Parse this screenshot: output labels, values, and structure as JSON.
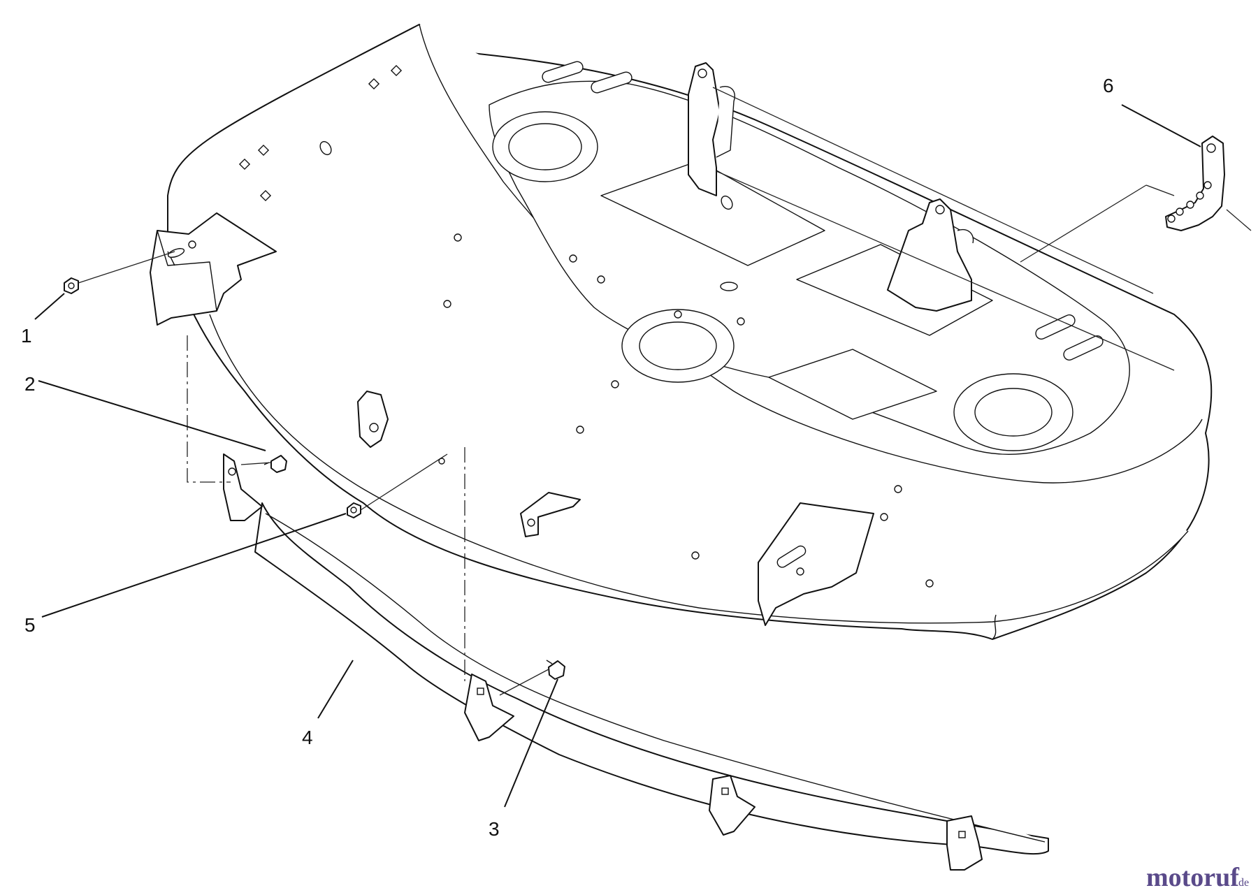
{
  "diagram": {
    "callouts": [
      {
        "id": "1",
        "label": "1"
      },
      {
        "id": "2",
        "label": "2"
      },
      {
        "id": "3",
        "label": "3"
      },
      {
        "id": "4",
        "label": "4"
      },
      {
        "id": "5",
        "label": "5"
      },
      {
        "id": "6",
        "label": "6"
      }
    ]
  },
  "watermark": {
    "brand": "motoruf",
    "suffix": ".de"
  },
  "colors": {
    "line": "#111111",
    "background": "#ffffff",
    "watermark": "#5a4a8a"
  }
}
